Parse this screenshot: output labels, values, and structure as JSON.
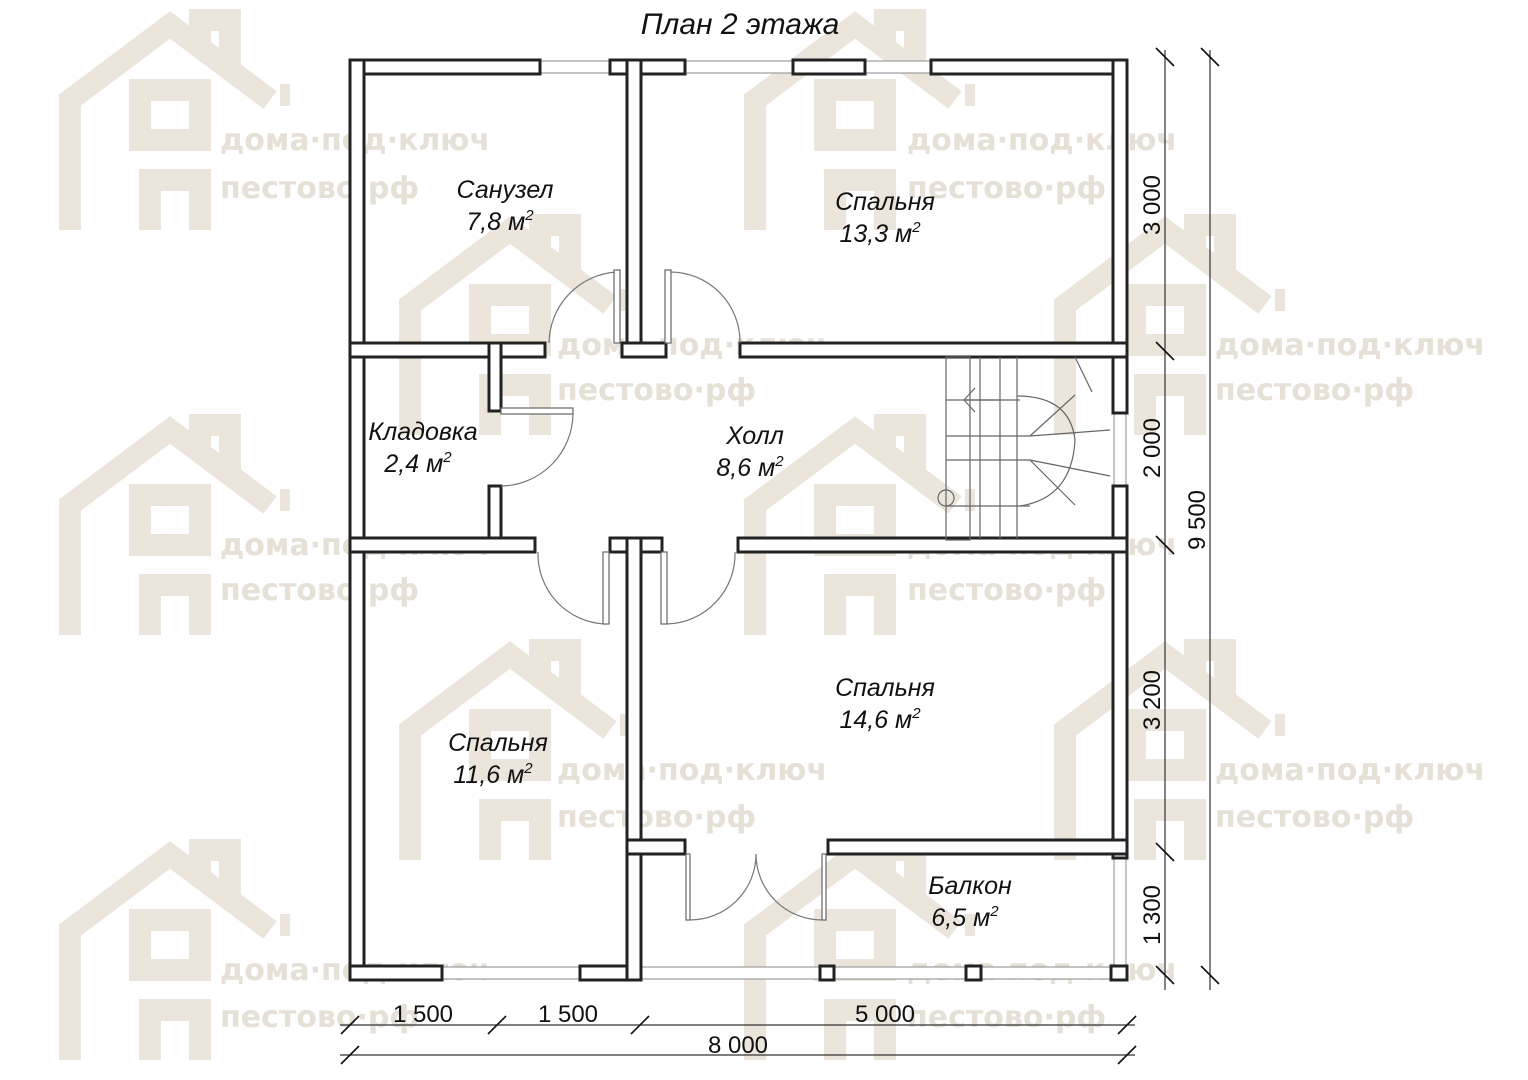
{
  "title": "План 2 этажа",
  "watermark": {
    "line1": "дома·под·ключ",
    "line2": "пестово·рф",
    "icon": "house-outline-icon",
    "color": "#ebe5dc"
  },
  "rooms": [
    {
      "name": "Санузел",
      "area": "7,8 м",
      "unit_sup": "2"
    },
    {
      "name": "Спальня",
      "area": "13,3 м",
      "unit_sup": "2"
    },
    {
      "name": "Кладовка",
      "area": "2,4 м",
      "unit_sup": "2"
    },
    {
      "name": "Холл",
      "area": "8,6 м",
      "unit_sup": "2"
    },
    {
      "name": "Спальня",
      "area": "14,6 м",
      "unit_sup": "2"
    },
    {
      "name": "Спальня",
      "area": "11,6 м",
      "unit_sup": "2"
    },
    {
      "name": "Балкон",
      "area": "6,5 м",
      "unit_sup": "2"
    }
  ],
  "dimensions": {
    "right": [
      "3 000",
      "2 000",
      "3 200",
      "1 300"
    ],
    "right_total": "9 500",
    "bottom": [
      "1 500",
      "1 500",
      "5 000"
    ],
    "bottom_total": "8 000"
  }
}
